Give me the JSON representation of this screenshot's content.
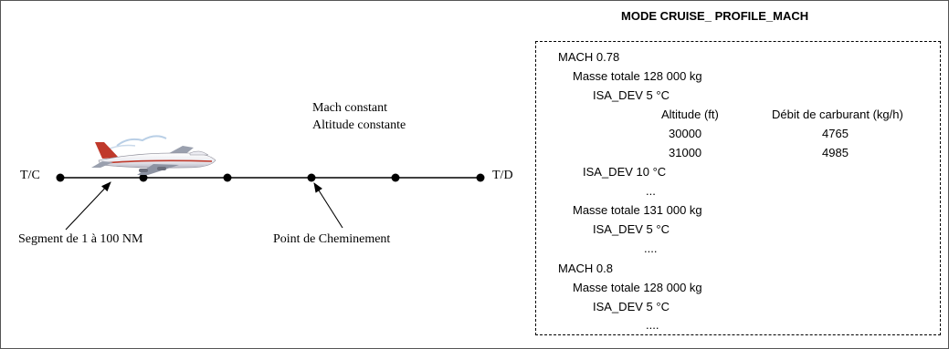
{
  "diagram": {
    "start_label": "T/C",
    "end_label": "T/D",
    "annotation_line1": "Mach constant",
    "annotation_line2": "Altitude constante",
    "segment_label": "Segment de 1 à 100  NM",
    "waypoint_label": "Point de Cheminement"
  },
  "profile": {
    "title": "MODE CRUISE_ PROFILE_MACH",
    "mach1": "MACH 0.78",
    "mass1": "Masse totale 128 000 kg",
    "isa1": "ISA_DEV 5 °C",
    "col_altitude": "Altitude (ft)",
    "col_fuel": "Débit de carburant (kg/h)",
    "row1_alt": "30000",
    "row1_fuel": "4765",
    "row2_alt": "31000",
    "row2_fuel": "4985",
    "isa2": "ISA_DEV 10 °C",
    "ellipsis1": "...",
    "mass2": "Masse totale 131 000 kg",
    "isa3": "ISA_DEV 5 °C",
    "ellipsis2": "....",
    "mach2": "MACH 0.8",
    "mass3": "Masse totale 128 000 kg",
    "isa4": "ISA_DEV 5 °C",
    "ellipsis3": "...."
  }
}
